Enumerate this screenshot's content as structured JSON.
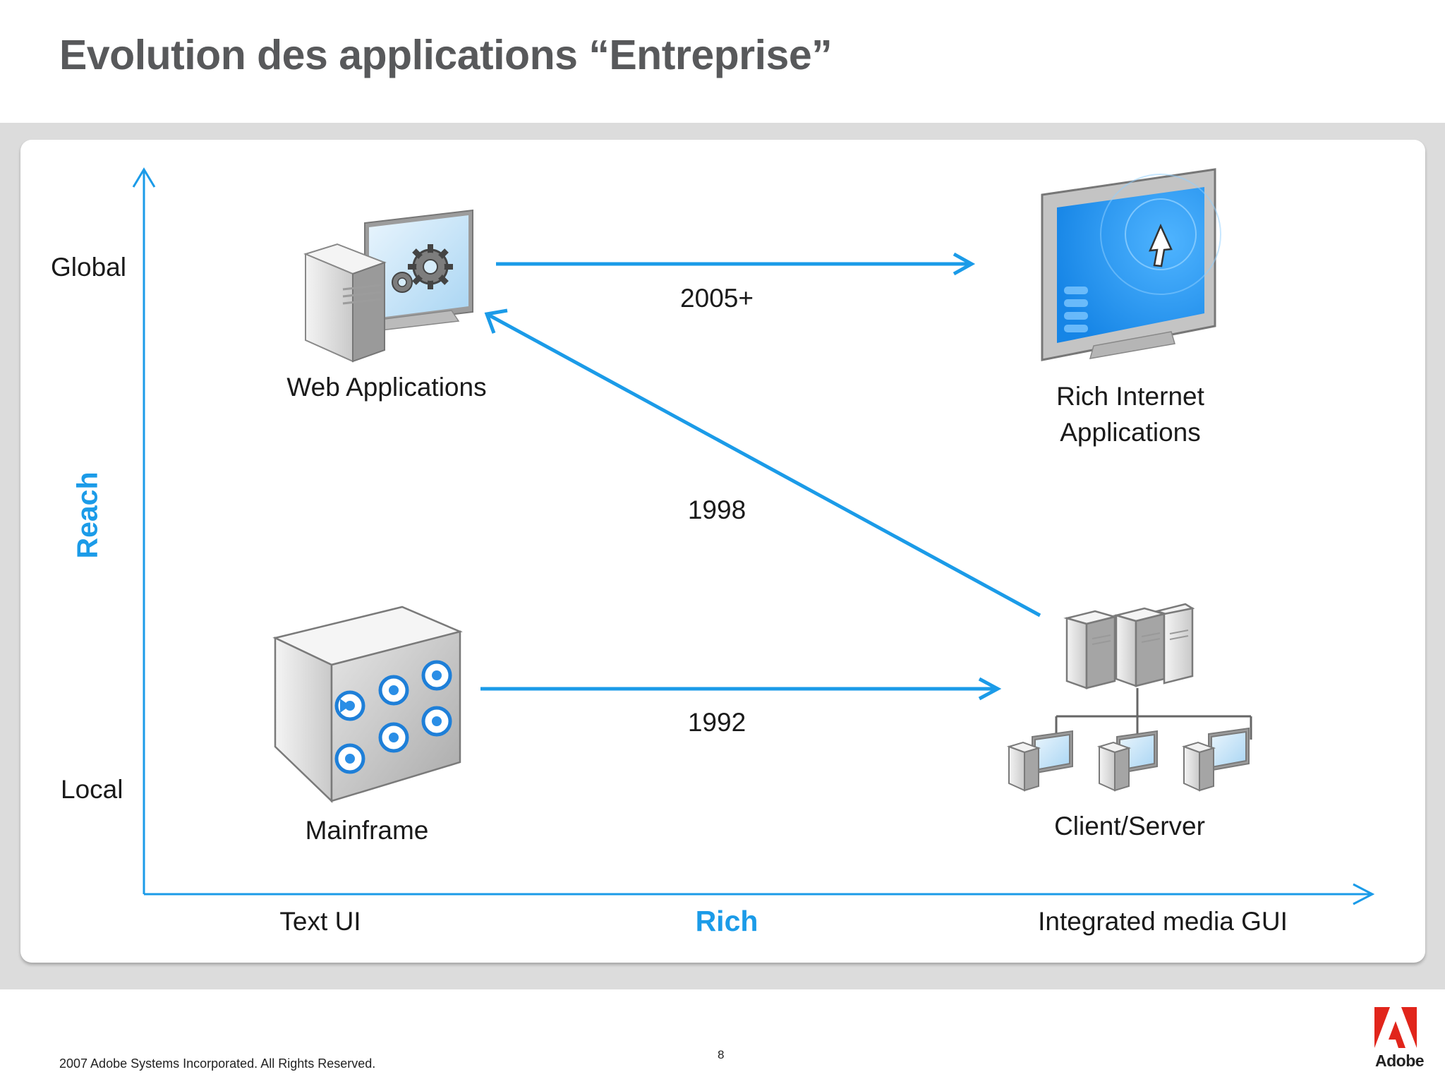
{
  "slide": {
    "title": "Evolution des applications “Entreprise”",
    "footer": "2007 Adobe Systems Incorporated.  All Rights Reserved.",
    "page_number": "8",
    "logo_text": "Adobe"
  },
  "axes": {
    "y_title": "Reach",
    "x_title": "Rich",
    "y_high": "Global",
    "y_low": "Local",
    "x_low": "Text UI",
    "x_high": "Integrated media GUI"
  },
  "nodes": {
    "web_apps": "Web Applications",
    "ria_line1": "Rich Internet",
    "ria_line2": "Applications",
    "mainframe": "Mainframe",
    "client_server": "Client/Server"
  },
  "transitions": {
    "web_to_ria": "2005+",
    "cs_to_web": "1998",
    "mainframe_to_cs": "1992"
  },
  "colors": {
    "accent": "#1b9be8",
    "title": "#58595b",
    "adobe_red": "#e1251b"
  }
}
